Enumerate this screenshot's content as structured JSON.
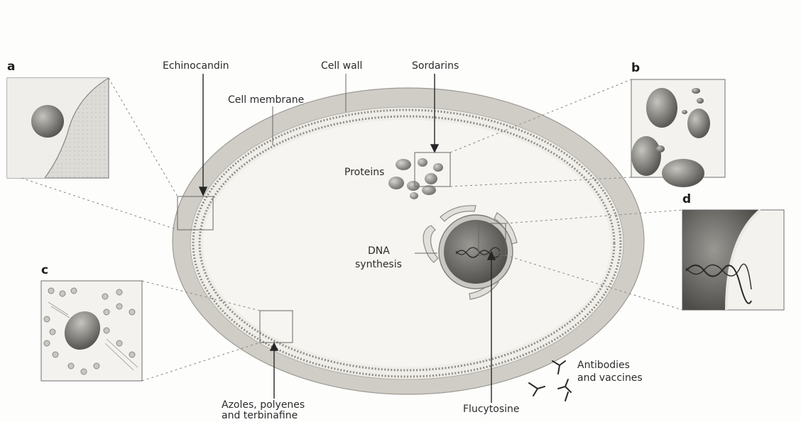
{
  "labels": {
    "echinocandin": "Echinocandin",
    "cell_wall": "Cell wall",
    "sordarins": "Sordarins",
    "cell_membrane": "Cell membrane",
    "proteins": "Proteins",
    "dna_synthesis_line1": "DNA",
    "dna_synthesis_line2": "synthesis",
    "azoles_line1": "Azoles, polyenes",
    "azoles_line2": "and terbinafine",
    "flucytosine": "Flucytosine",
    "antibodies_line1": "Antibodies",
    "antibodies_line2": "and vaccines"
  },
  "panels": {
    "a": "a",
    "b": "b",
    "c": "c",
    "d": "d"
  },
  "colors": {
    "cell_wall": "#cfcdc6",
    "cytoplasm": "#f4f3ef",
    "membrane_dots": "#8e8c86",
    "protein": "#8a8883",
    "nucleus": "#6f6d69",
    "inset_bg": "#dcdad4",
    "line": "#3a3a3a"
  }
}
